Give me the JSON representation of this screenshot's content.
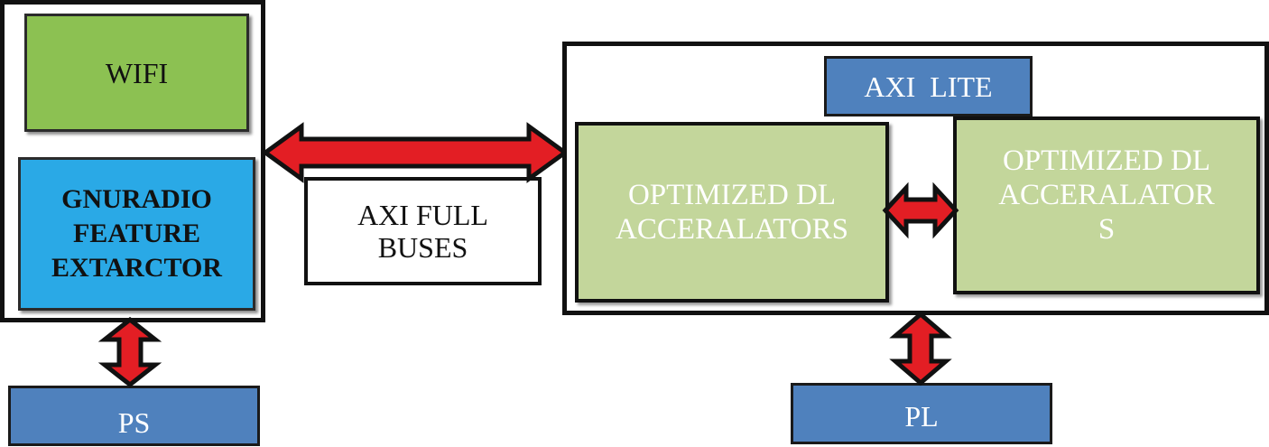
{
  "ps_side": {
    "wifi_label": "WIFI",
    "feature_extractor_lines": [
      "GNURADIO",
      "FEATURE",
      "EXTARCTOR"
    ],
    "ps_label": "PS"
  },
  "bus_label_lines": [
    "AXI FULL",
    "BUSES"
  ],
  "pl_side": {
    "axi_lite_label": "AXI  LITE",
    "accelerator_1_lines": [
      "OPTIMIZED DL",
      "ACCERALATORS"
    ],
    "accelerator_2_lines": [
      "OPTIMIZED DL",
      "ACCERALATOR",
      "S"
    ],
    "pl_label": "PL"
  },
  "colors": {
    "wifi_fill": "#8cc152",
    "feature_fill": "#2aa9e6",
    "accelerator_fill": "#c3d69b",
    "label_box_fill": "#4f81bd",
    "arrow_fill": "#e31e24",
    "outline": "#111111"
  }
}
